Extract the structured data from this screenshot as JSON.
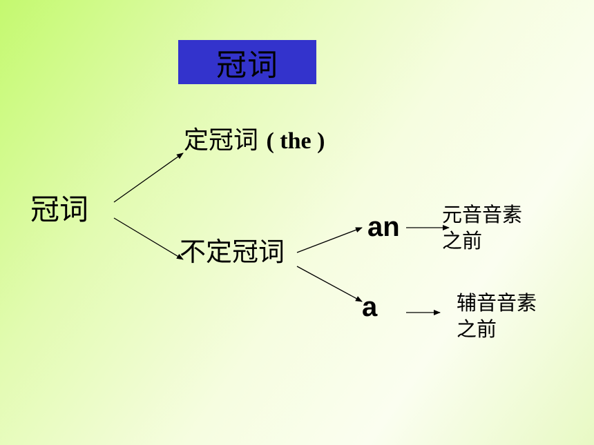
{
  "title": "冠词",
  "root": "冠词",
  "definite": {
    "label": "定冠词",
    "latin": "( the )"
  },
  "indefinite": {
    "label": "不定冠词"
  },
  "an": {
    "label": "an",
    "desc_line1": "元音音素",
    "desc_line2": "之前"
  },
  "a": {
    "label": "a",
    "desc_line1": "辅音音素",
    "desc_line2": "之前"
  },
  "colors": {
    "title_box": "#3333cc",
    "text": "#000000",
    "background_start": "#c4f96f",
    "background_end": "#fbfef0"
  }
}
